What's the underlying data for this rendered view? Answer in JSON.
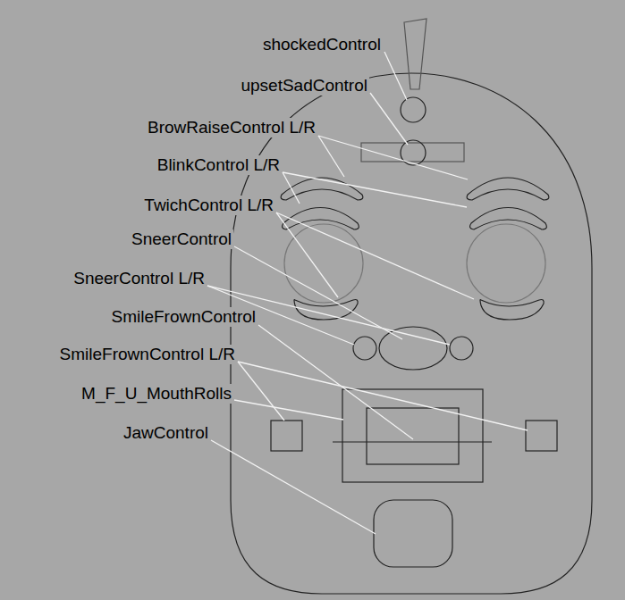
{
  "diagram": {
    "labels": [
      "shockedControl",
      "upsetSadControl",
      "BrowRaiseControl L/R",
      "BlinkControl L/R",
      "TwichControl L/R",
      "SneerControl",
      "SneerControl L/R",
      "SmileFrownControl",
      "SmileFrownControl L/R",
      "M_F_U_MouthRolls",
      "JawControl"
    ]
  }
}
